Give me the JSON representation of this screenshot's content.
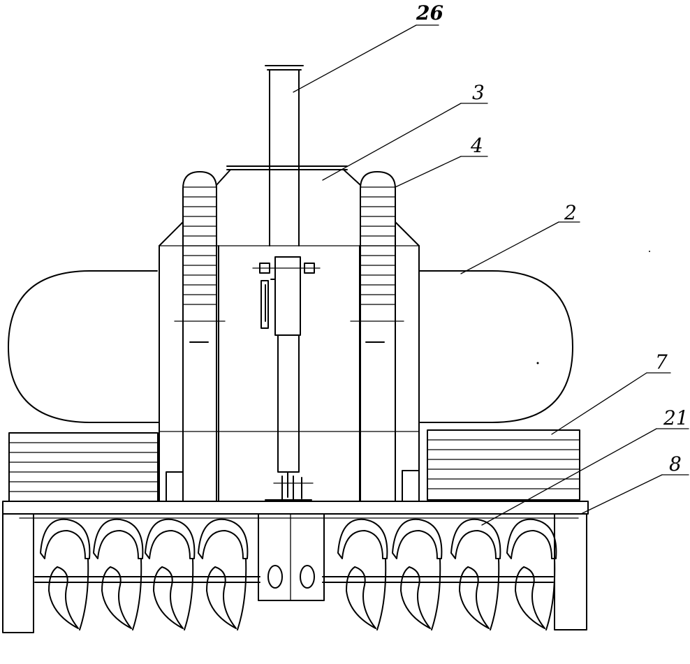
{
  "labels": {
    "l26": "26",
    "l3": "3",
    "l4": "4",
    "l2": "2",
    "l7": "7",
    "l21": "21",
    "l8": "8"
  }
}
